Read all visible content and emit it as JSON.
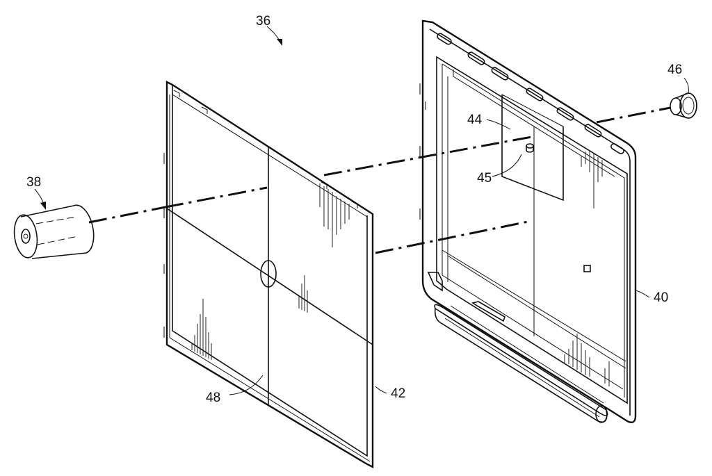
{
  "figure": {
    "labels": {
      "assembly": "36",
      "left_cap": "38",
      "rear_frame": "40",
      "front_panel": "42",
      "inner_plate": "44",
      "boss": "45",
      "right_cap": "46",
      "center_line": "48"
    }
  },
  "colors": {
    "ink": "#111111",
    "background": "#ffffff"
  }
}
